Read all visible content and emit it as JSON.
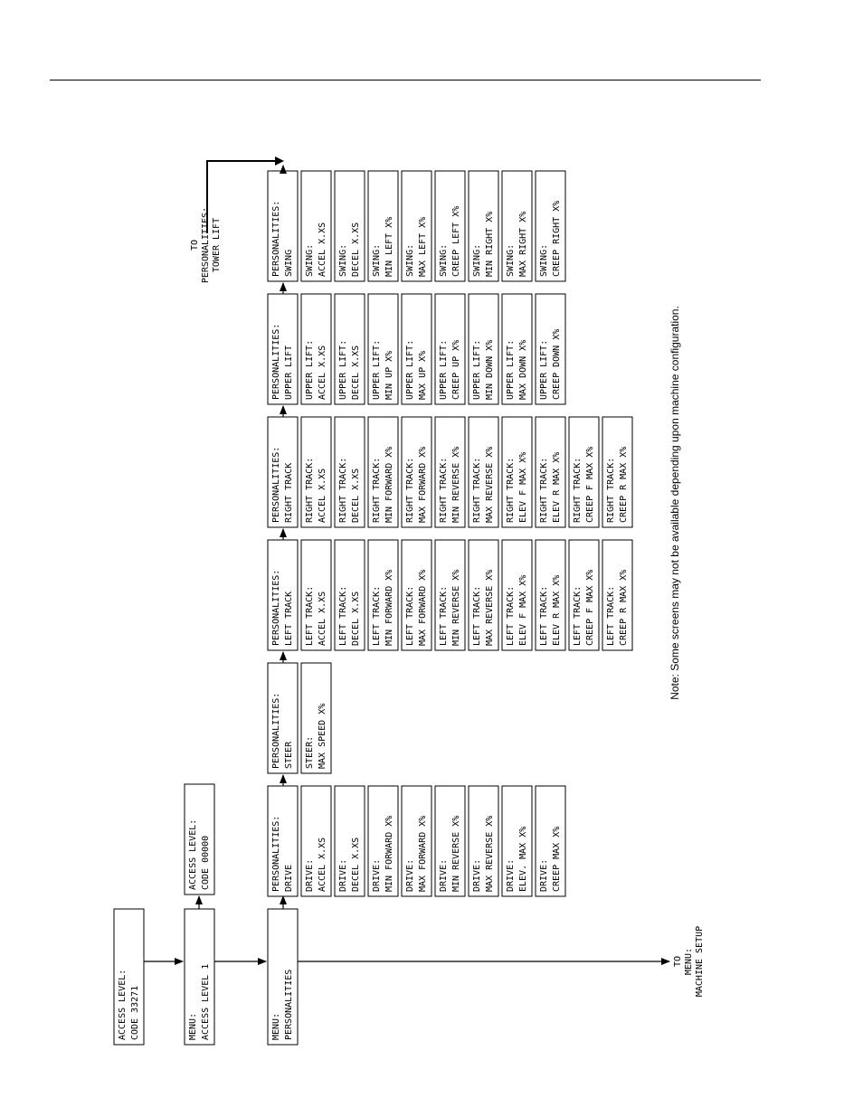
{
  "note": "Note: Some screens may not be available depending upon machine configuration.",
  "entry_boxes": {
    "access_code": [
      "ACCESS LEVEL:",
      "CODE 33271"
    ],
    "menu_access": [
      "MENU:",
      "ACCESS LEVEL 1"
    ],
    "access_code_alt": [
      "ACCESS LEVEL:",
      "CODE 00000"
    ],
    "menu_personalities": [
      "MENU:",
      "PERSONALITIES"
    ]
  },
  "to_machine_setup": [
    "TO",
    "MENU:",
    "MACHINE SETUP"
  ],
  "to_tower_lift": [
    "TO",
    "PERSONALITIES:",
    "TOWER LIFT"
  ],
  "columns": [
    {
      "header": [
        "PERSONALITIES:",
        "DRIVE"
      ],
      "items": [
        [
          "DRIVE:",
          "ACCEL X.XS"
        ],
        [
          "DRIVE:",
          "DECEL X.XS"
        ],
        [
          "DRIVE:",
          "MIN FORWARD X%"
        ],
        [
          "DRIVE:",
          "MAX FORWARD X%"
        ],
        [
          "DRIVE:",
          "MIN REVERSE X%"
        ],
        [
          "DRIVE:",
          "MAX REVERSE X%"
        ],
        [
          "DRIVE:",
          "ELEV. MAX X%"
        ],
        [
          "DRIVE:",
          "CREEP MAX X%"
        ]
      ]
    },
    {
      "header": [
        "PERSONALITIES:",
        "STEER"
      ],
      "items": [
        [
          "STEER:",
          "MAX SPEED X%"
        ]
      ]
    },
    {
      "header": [
        "PERSONALITIES:",
        "LEFT TRACK"
      ],
      "items": [
        [
          "LEFT TRACK:",
          "ACCEL X.XS"
        ],
        [
          "LEFT TRACK:",
          "DECEL X.XS"
        ],
        [
          "LEFT TRACK:",
          "MIN FORWARD X%"
        ],
        [
          "LEFT TRACK:",
          "MAX FORWARD X%"
        ],
        [
          "LEFT TRACK:",
          "MIN REVERSE X%"
        ],
        [
          "LEFT TRACK:",
          "MAX REVERSE X%"
        ],
        [
          "LEFT TRACK:",
          "ELEV F MAX X%"
        ],
        [
          "LEFT TRACK:",
          "ELEV R MAX X%"
        ],
        [
          "LEFT TRACK:",
          "CREEP F MAX X%"
        ],
        [
          "LEFT TRACK:",
          "CREEP R MAX X%"
        ]
      ]
    },
    {
      "header": [
        "PERSONALITIES:",
        "RIGHT TRACK"
      ],
      "items": [
        [
          "RIGHT TRACK:",
          "ACCEL X.XS"
        ],
        [
          "RIGHT TRACK:",
          "DECEL X.XS"
        ],
        [
          "RIGHT TRACK:",
          "MIN FORWARD X%"
        ],
        [
          "RIGHT TRACK:",
          "MAX FORWARD X%"
        ],
        [
          "RIGHT TRACK:",
          "MIN REVERSE X%"
        ],
        [
          "RIGHT TRACK:",
          "MAX REVERSE X%"
        ],
        [
          "RIGHT TRACK:",
          "ELEV F MAX X%"
        ],
        [
          "RIGHT TRACK:",
          "ELEV R MAX X%"
        ],
        [
          "RIGHT TRACK:",
          "CREEP F MAX X%"
        ],
        [
          "RIGHT TRACK:",
          "CREEP R MAX X%"
        ]
      ]
    },
    {
      "header": [
        "PERSONALITIES:",
        "UPPER LIFT"
      ],
      "items": [
        [
          "UPPER LIFT:",
          "ACCEL X.XS"
        ],
        [
          "UPPER LIFT:",
          "DECEL X.XS"
        ],
        [
          "UPPER LIFT:",
          "MIN UP X%"
        ],
        [
          "UPPER LIFT:",
          "MAX UP X%"
        ],
        [
          "UPPER LIFT:",
          "CREEP UP X%"
        ],
        [
          "UPPER LIFT:",
          "MIN DOWN X%"
        ],
        [
          "UPPER LIFT:",
          "MAX DOWN X%"
        ],
        [
          "UPPER LIFT:",
          "CREEP DOWN X%"
        ]
      ]
    },
    {
      "header": [
        "PERSONALITIES:",
        "SWING"
      ],
      "items": [
        [
          "SWING:",
          "ACCEL X.XS"
        ],
        [
          "SWING:",
          "DECEL X.XS"
        ],
        [
          "SWING:",
          "MIN LEFT X%"
        ],
        [
          "SWING:",
          "MAX LEFT X%"
        ],
        [
          "SWING:",
          "CREEP LEFT X%"
        ],
        [
          "SWING:",
          "MIN RIGHT X%"
        ],
        [
          "SWING:",
          "MAX RIGHT X%"
        ],
        [
          "SWING:",
          "CREEP RIGHT X%"
        ]
      ]
    }
  ]
}
